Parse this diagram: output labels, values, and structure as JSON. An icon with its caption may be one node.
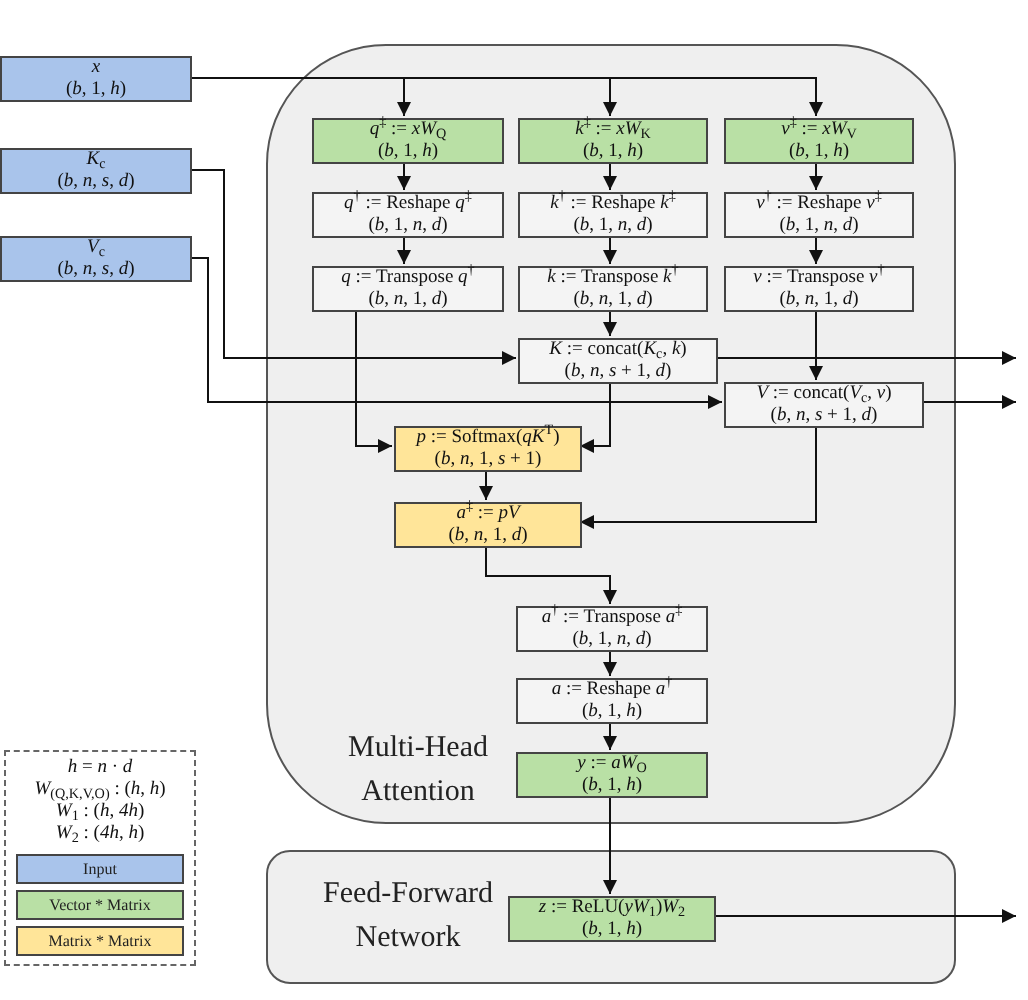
{
  "diagram": {
    "nodes": [
      {
        "text": [
          "Multi-Head Attention"
        ]
      },
      {
        "text": [
          "*q*$^{‡}$ := *xW*$_{Q}$",
          "(*b*, 1, *h*)"
        ],
        "in": 0
      },
      {
        "text": [
          "*k*$^{‡}$ := *xW*$_{K}$",
          "(*b*, 1, *h*)"
        ],
        "in": 0
      },
      {
        "text": [
          "*v*$^{‡}$ := *xW*$_{V}$",
          "(*b*, 1, *h*)"
        ],
        "in": 0
      },
      {
        "text": [
          "*q*$^{†}$ := Reshape *q*$^{‡}$",
          "(*b*, 1, *n*, *d*)"
        ],
        "in": 0
      },
      {
        "text": [
          "*k*$^{†}$ := Reshape *k*$^{‡}$",
          "(*b*, 1, *n*, *d*)"
        ],
        "in": 0
      },
      {
        "text": [
          "*v*$^{†}$ := Reshape *v*$^{‡}$",
          "(*b*, 1, *n*, *d*)"
        ],
        "in": 0
      },
      {
        "text": [
          "*q* := Transpose *q*$^{†}$",
          "(*b*, *n*, 1, *d*)"
        ],
        "in": 0
      },
      {
        "text": [
          "*k* := Transpose *k*$^{†}$",
          "(*b*, *n*, 1, *d*)"
        ],
        "in": 0
      },
      {
        "text": [
          "*v* := Transpose *v*$^{†}$",
          "(*b*, *n*, 1, *d*)"
        ],
        "in": 0
      },
      {
        "text": [
          "*K* := concat(*K*$_{c}$, *k*)",
          "(*b*, *n*, *s* + 1, *d*)"
        ],
        "in": 0
      },
      {
        "text": [
          "*V* := concat(*V*$_{c}$, *v*)",
          "(*b*, *n*, *s* + 1, *d*)"
        ],
        "in": 0
      },
      {
        "text": [
          "*p* := Softmax(*qK*$^{T}$)",
          "(*b*, *n*, 1, *s* + 1)"
        ],
        "in": 0
      },
      {
        "text": [
          "*a*$^{‡}$ := *pV*",
          "(*b*, *n*, 1, *d*)"
        ],
        "in": 0
      },
      {
        "text": [
          "*a*$^{†}$ := Transpose *a*$^{‡}$",
          "(*b*, 1, *n*, *d*)"
        ],
        "in": 0
      },
      {
        "text": [
          "*a* := Reshape *a*$^{†}$",
          "(*b*, 1, *h*)"
        ],
        "in": 0
      },
      {
        "text": [
          "*y* := *aW*$_{O}$",
          "(*b*, 1, *h*)"
        ],
        "in": 0
      },
      {
        "text": [
          "Feed-Forward Network"
        ]
      },
      {
        "text": [
          "*z* := ReLU(*yW*$_{1}$)*W*$_{2}$",
          "(*b*, 1, *h*)"
        ],
        "in": 17
      },
      {
        "text": [
          "*x*",
          "(*b*, 1, *h*)"
        ]
      },
      {
        "text": [
          "*K*$_{c}$",
          "(*b*, *n*, *s*, *d*)"
        ]
      },
      {
        "text": [
          "*V*$_{c}$",
          "(*b*, *n*, *s*, *d*)"
        ]
      }
    ],
    "edges": [
      {
        "from": 19,
        "to": 1,
        "arrow": "to"
      },
      {
        "from": 19,
        "to": 2,
        "arrow": "to"
      },
      {
        "from": 19,
        "to": 3,
        "arrow": "to"
      },
      {
        "from": 1,
        "to": 4,
        "arrow": "to"
      },
      {
        "from": 4,
        "to": 7,
        "arrow": "to"
      },
      {
        "from": 2,
        "to": 5,
        "arrow": "to"
      },
      {
        "from": 5,
        "to": 8,
        "arrow": "to"
      },
      {
        "from": 3,
        "to": 6,
        "arrow": "to"
      },
      {
        "from": 6,
        "to": 9,
        "arrow": "to"
      },
      {
        "from": 8,
        "to": 10,
        "arrow": "to"
      },
      {
        "from": 20,
        "to": 10,
        "arrow": "to"
      },
      {
        "from": 9,
        "to": 11,
        "arrow": "to"
      },
      {
        "from": 21,
        "to": 11,
        "arrow": "to"
      },
      {
        "from": 10,
        "to": null,
        "arrow": "to"
      },
      {
        "from": 11,
        "to": null,
        "arrow": "to"
      },
      {
        "from": 7,
        "to": 12,
        "arrow": "to"
      },
      {
        "from": 10,
        "to": 12,
        "arrow": "to"
      },
      {
        "from": 12,
        "to": 13,
        "arrow": "to"
      },
      {
        "from": 11,
        "to": 13,
        "arrow": "to"
      },
      {
        "from": 13,
        "to": 14,
        "arrow": "to"
      },
      {
        "from": 14,
        "to": 15,
        "arrow": "to"
      },
      {
        "from": 15,
        "to": 16,
        "arrow": "to"
      },
      {
        "from": 16,
        "to": 18,
        "arrow": "to"
      },
      {
        "from": 18,
        "to": null,
        "arrow": "to"
      }
    ],
    "labels": [
      "*h* = *n* · *d*",
      "*W*$_{(Q,K,V,O)}$ : (*h*, *h*)",
      "*W*$_{1}$ : (*h*, *4h*)",
      "*W*$_{2}$ : (*4h*, *h*)"
    ],
    "legend": [
      {
        "text": "Input",
        "color": "#a9c4eb"
      },
      {
        "text": "Vector * Matrix",
        "color": "#b9e0a5"
      },
      {
        "text": "Matrix * Matrix",
        "color": "#ffe599"
      }
    ]
  }
}
